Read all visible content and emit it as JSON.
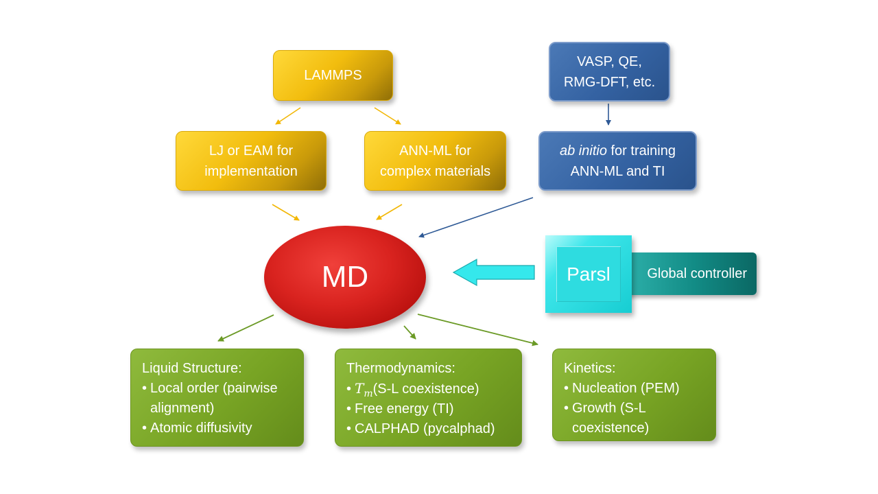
{
  "nodes": {
    "lammps": {
      "label": "LAMMPS"
    },
    "dft": {
      "lines": [
        "VASP, QE,",
        "RMG-DFT, etc."
      ]
    },
    "lj_eam": {
      "lines": [
        "LJ or EAM for",
        "implementation"
      ]
    },
    "ann_ml": {
      "lines": [
        "ANN-ML for",
        "complex materials"
      ]
    },
    "ab_initio": {
      "italic": "ab initio",
      "rest": " for training",
      "line2": "ANN-ML and TI"
    },
    "md": {
      "label": "MD"
    },
    "parsl": {
      "label": "Parsl",
      "controller": "Global controller"
    },
    "liquid": {
      "title": "Liquid Structure:",
      "bullets": [
        "Local order (pairwise alignment)",
        "Atomic diffusivity"
      ]
    },
    "thermo": {
      "title": "Thermodynamics:",
      "tm_symbol": "T",
      "tm_sub": "m",
      "tm_rest": "(S-L coexistence)",
      "bullets": [
        "Free energy (TI)",
        "CALPHAD (pycalphad)"
      ]
    },
    "kinetics": {
      "title": "Kinetics:",
      "bullets": [
        "Nucleation (PEM)",
        "Growth (S-L coexistence)"
      ]
    }
  },
  "colors": {
    "gold_arrow": "#f2b705",
    "blue_arrow": "#2f5a96",
    "green_arrow": "#6b9a26",
    "cyan_arrow": "#35e8ec"
  }
}
